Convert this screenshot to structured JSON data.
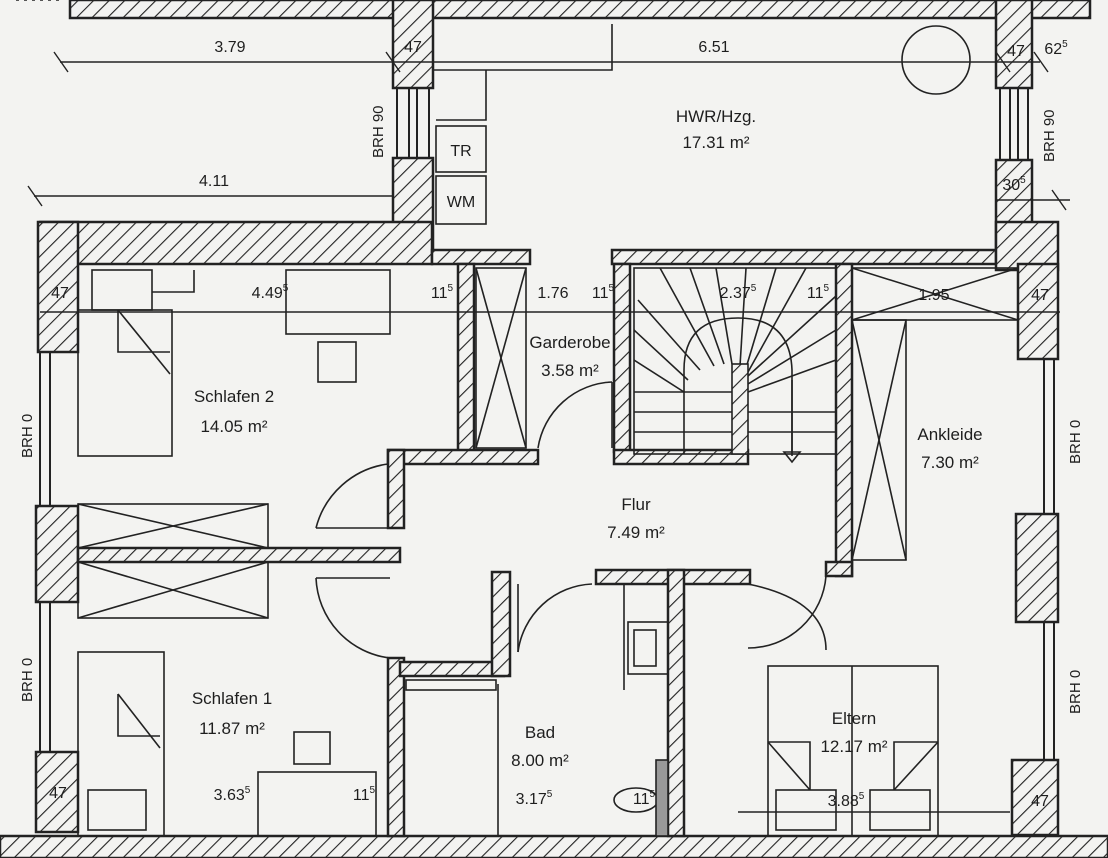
{
  "rooms": {
    "hwr": {
      "name": "HWR/Hzg.",
      "area": "17.31 m²"
    },
    "schlafen2": {
      "name": "Schlafen 2",
      "area": "14.05 m²"
    },
    "garderobe": {
      "name": "Garderobe",
      "area": "3.58 m²"
    },
    "flur": {
      "name": "Flur",
      "area": "7.49 m²"
    },
    "ankleide": {
      "name": "Ankleide",
      "area": "7.30 m²"
    },
    "schlafen1": {
      "name": "Schlafen 1",
      "area": "11.87 m²"
    },
    "bad": {
      "name": "Bad",
      "area": "8.00 m²"
    },
    "eltern": {
      "name": "Eltern",
      "area": "12.17 m²"
    }
  },
  "fixtures": {
    "tr": "TR",
    "wm": "WM"
  },
  "window_labels": {
    "brh90_left": "BRH 90",
    "brh90_right": "BRH 90",
    "brh0_left_upper": "BRH 0",
    "brh0_left_lower": "BRH 0",
    "brh0_right_upper": "BRH 0",
    "brh0_right_lower": "BRH 0"
  },
  "dimensions": {
    "d379": "3.79",
    "d411": "4.11",
    "d47_top": "47",
    "d651": "6.51",
    "d47_topright": "47",
    "d62": "62",
    "d62_sup": "5",
    "d30": "30",
    "d30_sup": "5",
    "d47_left": "47",
    "d449": "4.49",
    "d449_sup": "5",
    "d11a": "11",
    "d11a_sup": "5",
    "d176": "1.76",
    "d11b": "11",
    "d11b_sup": "5",
    "d237": "2.37",
    "d237_sup": "5",
    "d11c": "11",
    "d11c_sup": "5",
    "d195": "1.95",
    "d47_right": "47",
    "d47_botleft": "47",
    "d363": "3.63",
    "d363_sup": "5",
    "d11d": "11",
    "d11d_sup": "5",
    "d317": "3.17",
    "d317_sup": "5",
    "d11e": "11",
    "d11e_sup": "5",
    "d388": "3.88",
    "d388_sup": "5",
    "d47_botright": "47"
  }
}
